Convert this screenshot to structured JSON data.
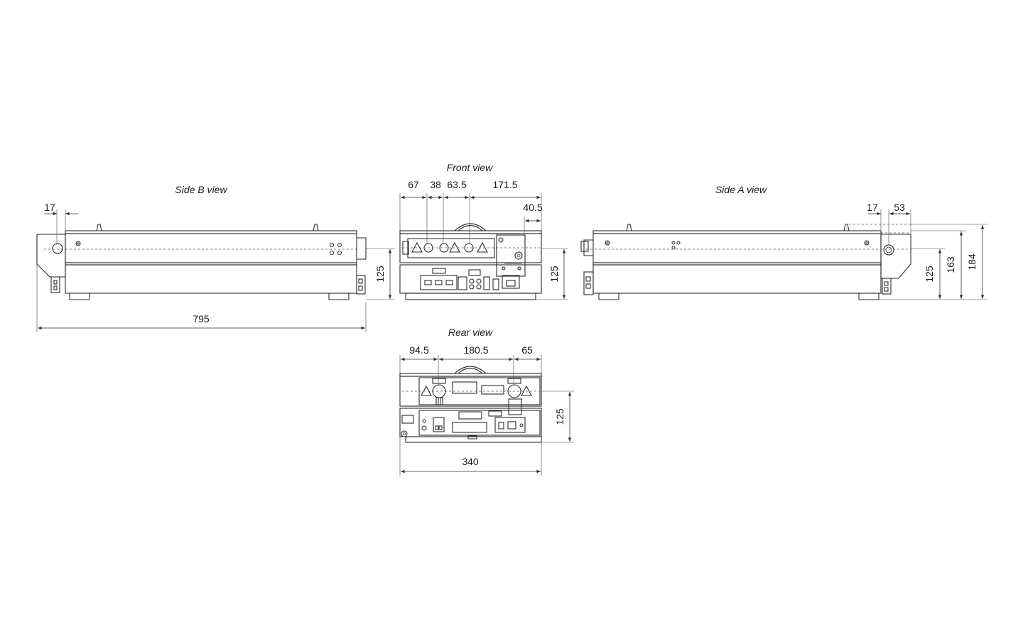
{
  "views": {
    "side_b": {
      "title": "Side B view",
      "dims": {
        "d17": "17",
        "d125": "125",
        "d795": "795"
      }
    },
    "front": {
      "title": "Front view",
      "dims": {
        "d67": "67",
        "d38": "38",
        "d63_5": "63.5",
        "d171_5": "171.5",
        "d40_5": "40.5",
        "d125": "125"
      }
    },
    "side_a": {
      "title": "Side A view",
      "dims": {
        "d17": "17",
        "d53": "53",
        "d125": "125",
        "d163": "163",
        "d184": "184"
      }
    },
    "rear": {
      "title": "Rear view",
      "dims": {
        "d94_5": "94.5",
        "d180_5": "180.5",
        "d65": "65",
        "d125": "125",
        "d340": "340"
      }
    }
  },
  "colors": {
    "line": "#2a2a2a",
    "background": "#ffffff"
  }
}
